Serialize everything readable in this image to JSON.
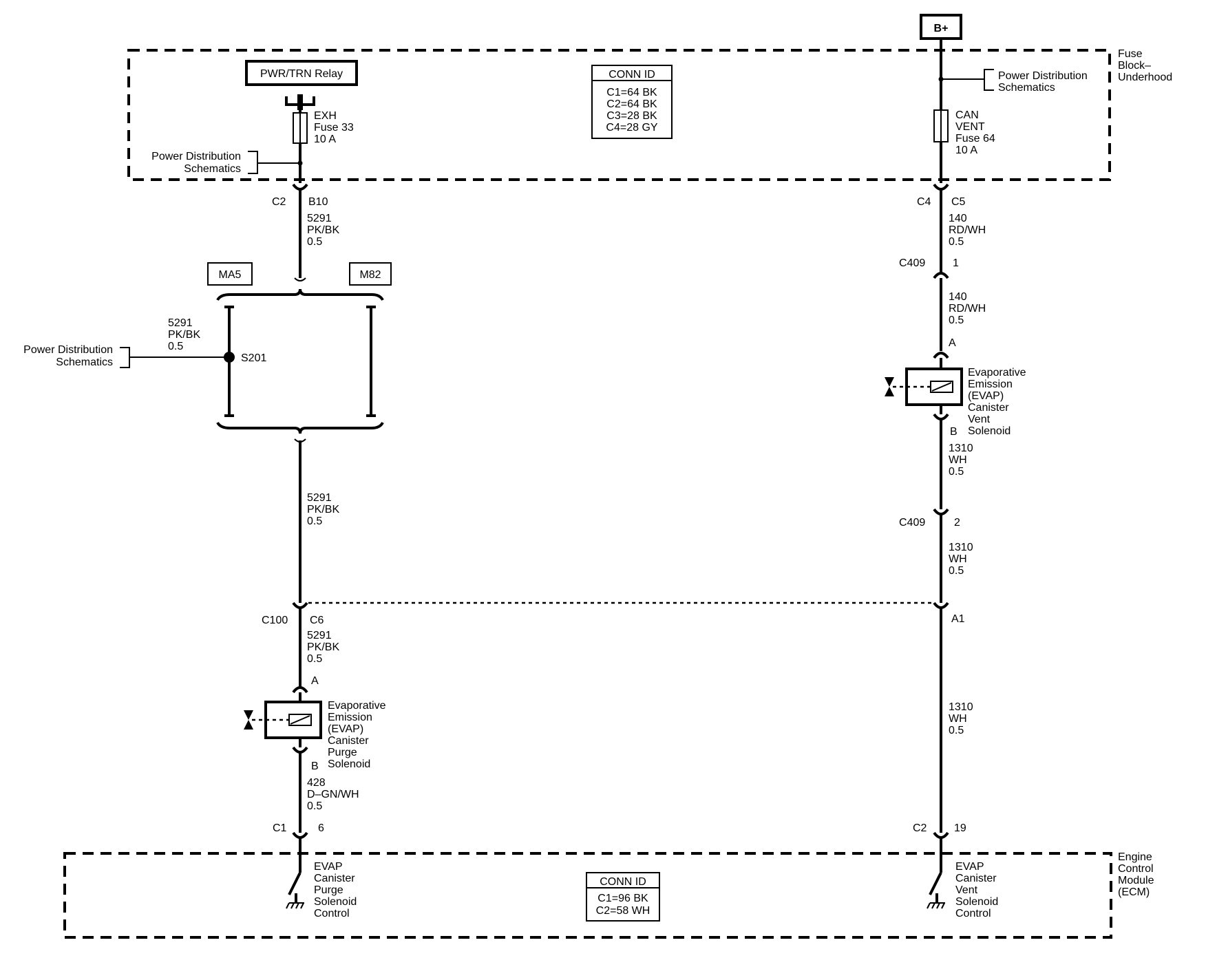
{
  "fuse_block": {
    "label_lines": [
      "Fuse",
      "Block–",
      "Underhood"
    ],
    "conn_id_title": "CONN ID",
    "conn_id_rows": [
      "C1=64 BK",
      "C2=64 BK",
      "C3=28 BK",
      "C4=28 GY"
    ]
  },
  "ecm": {
    "label_lines": [
      "Engine",
      "Control",
      "Module",
      "(ECM)"
    ],
    "conn_id_title": "CONN ID",
    "conn_id_rows": [
      "C1=96 BK",
      "C2=58 WH"
    ]
  },
  "b_plus": "B+",
  "relay_label": "PWR/TRN Relay",
  "power_distribution": [
    "Power Distribution",
    "Schematics"
  ],
  "fuse33": [
    "EXH",
    "Fuse 33",
    "10 A"
  ],
  "fuse64": [
    "CAN",
    "VENT",
    "Fuse 64",
    "10 A"
  ],
  "left_circuit": {
    "conn_c2": "C2",
    "pin_b10": "B10",
    "wire": [
      "5291",
      "PK/BK",
      "0.5"
    ],
    "option_ma5": "MA5",
    "option_m82": "M82",
    "splice": "S201",
    "conn_c100": "C100",
    "pin_c6": "C6",
    "pin_a": "A",
    "pin_b": "B",
    "solenoid": [
      "Evaporative",
      "Emission",
      "(EVAP)",
      "Canister",
      "Purge",
      "Solenoid"
    ],
    "wire428": [
      "428",
      "D–GN/WH",
      "0.5"
    ],
    "conn_c1": "C1",
    "pin_6": "6",
    "ecm_control": [
      "EVAP",
      "Canister",
      "Purge",
      "Solenoid",
      "Control"
    ]
  },
  "right_circuit": {
    "conn_c4": "C4",
    "pin_c5": "C5",
    "wire140": [
      "140",
      "RD/WH",
      "0.5"
    ],
    "conn_c409": "C409",
    "pin_1": "1",
    "pin_2": "2",
    "pin_a": "A",
    "pin_b": "B",
    "solenoid": [
      "Evaporative",
      "Emission",
      "(EVAP)",
      "Canister",
      "Vent",
      "Solenoid"
    ],
    "wire1310": [
      "1310",
      "WH",
      "0.5"
    ],
    "pin_a1": "A1",
    "conn_c2": "C2",
    "pin_19": "19",
    "ecm_control": [
      "EVAP",
      "Canister",
      "Vent",
      "Solenoid",
      "Control"
    ]
  }
}
